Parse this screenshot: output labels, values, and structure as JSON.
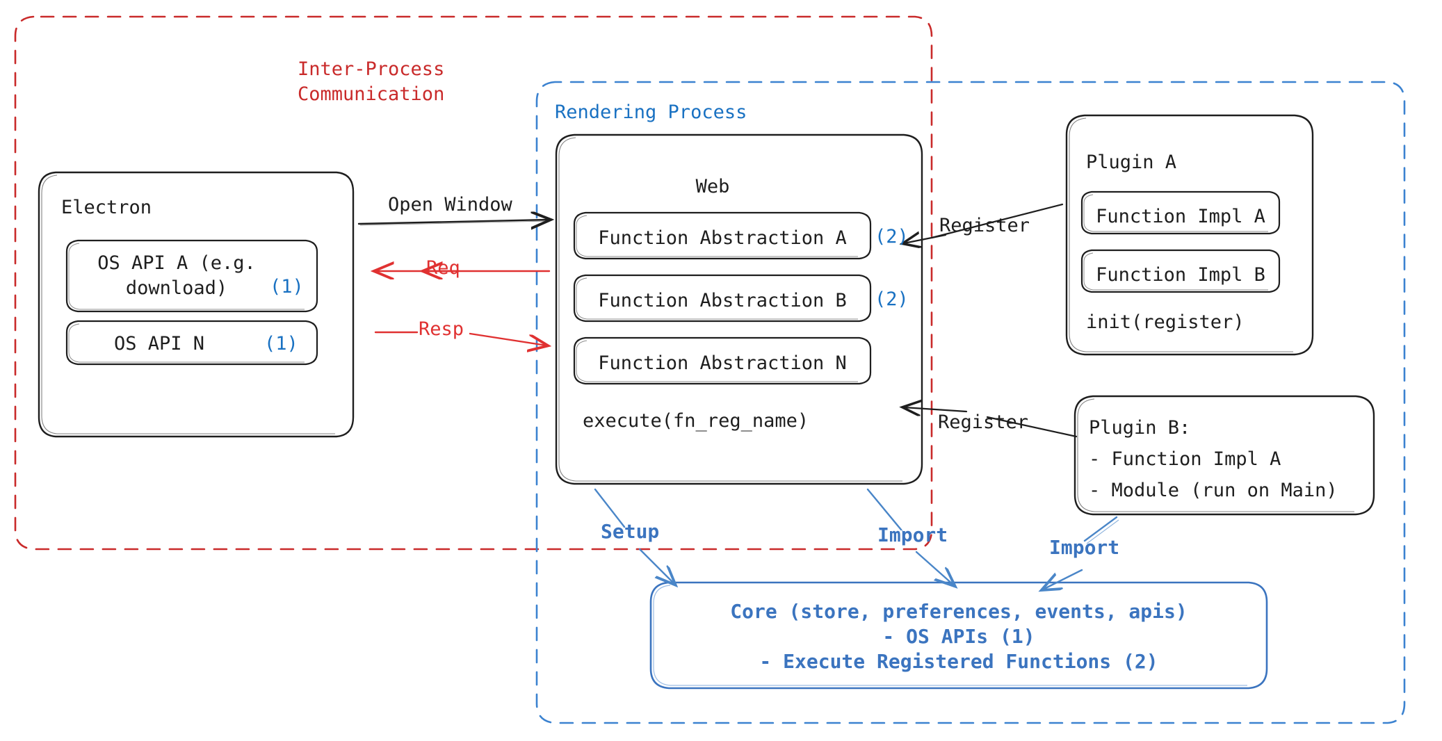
{
  "diagram": {
    "title_hidden": "",
    "containers": [
      {
        "id": "ipc",
        "label": "Inter-Process\nCommunication",
        "color": "#c92a2a",
        "style": "dashed"
      },
      {
        "id": "rendering",
        "label": "Rendering Process",
        "color": "#1971c2",
        "style": "dashed"
      }
    ],
    "electron": {
      "title": "Electron",
      "items": [
        {
          "label": "OS API A (e.g.\ndownload)",
          "marker": "(1)"
        },
        {
          "label": "OS API N",
          "marker": "(1)"
        }
      ]
    },
    "web": {
      "title": "Web",
      "items": [
        {
          "label": "Function Abstraction A",
          "marker": "(2)"
        },
        {
          "label": "Function Abstraction B",
          "marker": "(2)"
        },
        {
          "label": "Function Abstraction N",
          "marker": ""
        }
      ],
      "footer": "execute(fn_reg_name)"
    },
    "plugin_a": {
      "title": "Plugin A",
      "items": [
        {
          "label": "Function Impl A"
        },
        {
          "label": "Function Impl B"
        }
      ],
      "footer": "init(register)"
    },
    "plugin_b": {
      "title": "Plugin B:",
      "lines": [
        "- Function Impl A",
        "- Module (run on Main)"
      ]
    },
    "core": {
      "lines": [
        "Core (store, preferences, events, apis)",
        "- OS APIs (1)",
        "- Execute Registered Functions (2)"
      ],
      "color": "#3b74bf"
    },
    "edges": [
      {
        "id": "open-window",
        "label": "Open Window",
        "color": "#1e1e1e"
      },
      {
        "id": "req",
        "label": "Req",
        "color": "#e03131"
      },
      {
        "id": "resp",
        "label": "Resp",
        "color": "#e03131"
      },
      {
        "id": "register-a",
        "label": "Register",
        "color": "#1e1e1e"
      },
      {
        "id": "register-b",
        "label": "Register",
        "color": "#1e1e1e"
      },
      {
        "id": "setup",
        "label": "Setup",
        "color": "#4a86c8"
      },
      {
        "id": "import-web",
        "label": "Import",
        "color": "#4a86c8"
      },
      {
        "id": "import-plugin",
        "label": "Import",
        "color": "#4a86c8"
      }
    ],
    "colors": {
      "ipc_red": "#c92a2a",
      "arrow_red": "#e03131",
      "rendering_blue": "#1971c2",
      "marker_blue": "#1971c2",
      "core_blue": "#3b74bf",
      "stroke_black": "#1e1e1e"
    }
  }
}
